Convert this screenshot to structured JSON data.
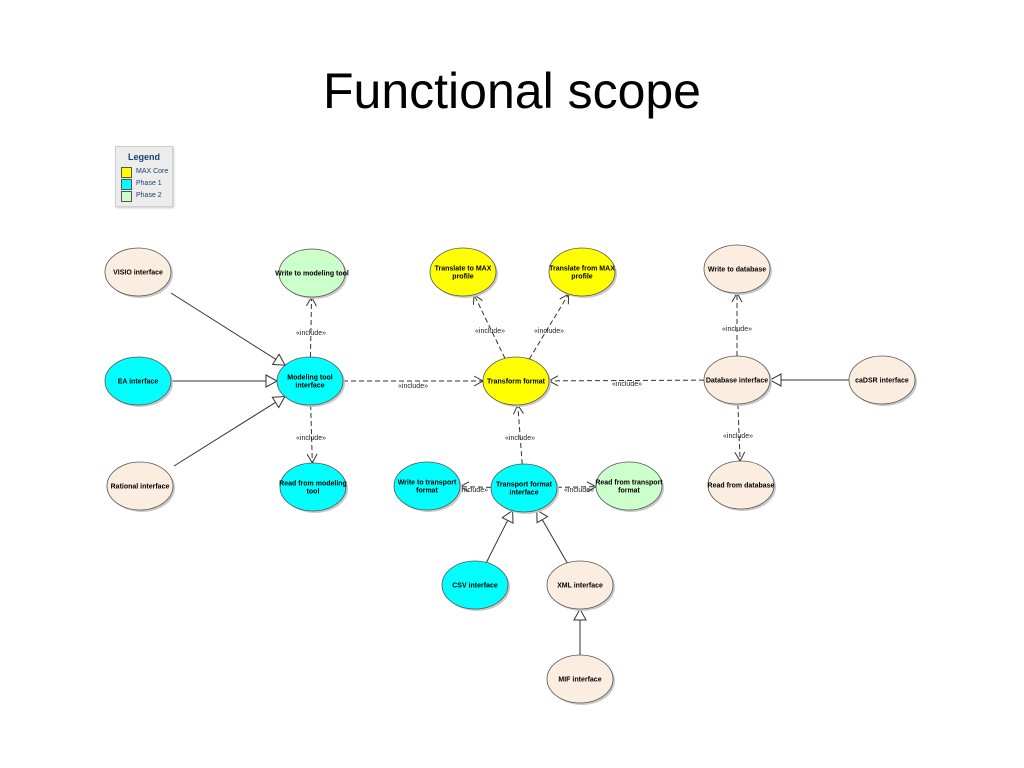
{
  "title": "Functional scope",
  "legend": {
    "title": "Legend",
    "items": [
      {
        "label": "MAX Core",
        "color": "#ffff00"
      },
      {
        "label": "Phase 1",
        "color": "#00ffff"
      },
      {
        "label": "Phase 2",
        "color": "#ccffcc"
      }
    ]
  },
  "colors": {
    "core": "#ffff00",
    "phase1": "#00ffff",
    "phase2": "#ccffcc",
    "default": "#fbeee0",
    "stroke": "#555555"
  },
  "include_label": "«include»",
  "nodes": {
    "visio": {
      "label": [
        "VISIO interface"
      ],
      "category": "default"
    },
    "ea": {
      "label": [
        "EA interface"
      ],
      "category": "phase1"
    },
    "rational": {
      "label": [
        "Rational interface"
      ],
      "category": "default"
    },
    "write_modeling": {
      "label": [
        "Write to modeling tool"
      ],
      "category": "phase2"
    },
    "modeling_tool": {
      "label": [
        "Modeling tool",
        "interface"
      ],
      "category": "phase1"
    },
    "read_modeling": {
      "label": [
        "Read from modeling",
        "tool"
      ],
      "category": "phase1"
    },
    "translate_to": {
      "label": [
        "Translate to MAX",
        "profile"
      ],
      "category": "core"
    },
    "translate_from": {
      "label": [
        "Translate from MAX",
        "profile"
      ],
      "category": "core"
    },
    "transform": {
      "label": [
        "Transform format"
      ],
      "category": "core"
    },
    "write_transport": {
      "label": [
        "Write to transport",
        "format"
      ],
      "category": "phase1"
    },
    "transport": {
      "label": [
        "Transport format",
        "interface"
      ],
      "category": "phase1"
    },
    "read_transport": {
      "label": [
        "Read from transport",
        "format"
      ],
      "category": "phase2"
    },
    "csv": {
      "label": [
        "CSV interface"
      ],
      "category": "phase1"
    },
    "xml": {
      "label": [
        "XML interface"
      ],
      "category": "default"
    },
    "mif": {
      "label": [
        "MIF interface"
      ],
      "category": "default"
    },
    "write_db": {
      "label": [
        "Write to database"
      ],
      "category": "default"
    },
    "database": {
      "label": [
        "Database interface"
      ],
      "category": "default"
    },
    "read_db": {
      "label": [
        "Read from database"
      ],
      "category": "default"
    },
    "cadsr": {
      "label": [
        "caDSR interface"
      ],
      "category": "default"
    }
  },
  "edges": [
    {
      "from": "visio",
      "to": "modeling_tool",
      "kind": "generalization"
    },
    {
      "from": "ea",
      "to": "modeling_tool",
      "kind": "generalization"
    },
    {
      "from": "rational",
      "to": "modeling_tool",
      "kind": "generalization"
    },
    {
      "from": "modeling_tool",
      "to": "write_modeling",
      "kind": "include"
    },
    {
      "from": "modeling_tool",
      "to": "read_modeling",
      "kind": "include"
    },
    {
      "from": "modeling_tool",
      "to": "transform",
      "kind": "include"
    },
    {
      "from": "transform",
      "to": "translate_to",
      "kind": "include"
    },
    {
      "from": "transform",
      "to": "translate_from",
      "kind": "include"
    },
    {
      "from": "database",
      "to": "transform",
      "kind": "include"
    },
    {
      "from": "transport",
      "to": "transform",
      "kind": "include"
    },
    {
      "from": "transport",
      "to": "write_transport",
      "kind": "include"
    },
    {
      "from": "transport",
      "to": "read_transport",
      "kind": "include"
    },
    {
      "from": "csv",
      "to": "transport",
      "kind": "generalization"
    },
    {
      "from": "xml",
      "to": "transport",
      "kind": "generalization"
    },
    {
      "from": "mif",
      "to": "xml",
      "kind": "generalization"
    },
    {
      "from": "database",
      "to": "write_db",
      "kind": "include"
    },
    {
      "from": "database",
      "to": "read_db",
      "kind": "include"
    },
    {
      "from": "cadsr",
      "to": "database",
      "kind": "generalization"
    }
  ]
}
